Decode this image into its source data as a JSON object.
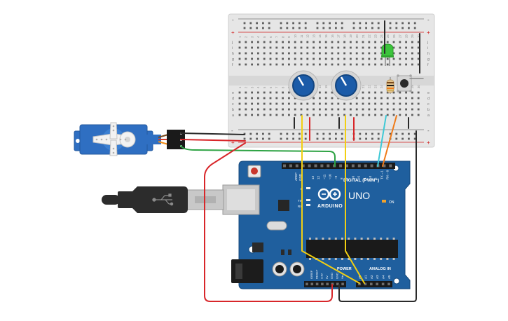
{
  "board": {
    "brand": "ARDUINO",
    "model": "UNO",
    "digital_label": "DIGITAL (PWM~)",
    "power_label": "POWER",
    "analog_label": "ANALOG IN",
    "aref": "AREF",
    "gnd": "GND",
    "on_label": "ON",
    "l_label": "L",
    "tx_label": "TX",
    "rx_label": "RX",
    "digital_pins": [
      "13",
      "12",
      "~11",
      "~10",
      "~9",
      "8",
      "7",
      "~6",
      "~5",
      "4",
      "~3",
      "2",
      "TX→1",
      "RX←0"
    ],
    "power_pins": [
      "IOREF",
      "RESET",
      "3.3V",
      "5V",
      "GND",
      "GND",
      "Vin"
    ],
    "analog_pins": [
      "A0",
      "A1",
      "A2",
      "A3",
      "A4",
      "A5"
    ]
  },
  "breadboard": {
    "row_letters_top": [
      "j",
      "i",
      "h",
      "g",
      "f"
    ],
    "row_letters_bottom": [
      "e",
      "d",
      "c",
      "b",
      "a"
    ],
    "rail_plus": "+",
    "rail_minus": "-",
    "column_numbers": [
      "1",
      "2",
      "3",
      "4",
      "5",
      "6",
      "7",
      "8",
      "9",
      "10",
      "11",
      "12",
      "13",
      "14",
      "15",
      "16",
      "17",
      "18",
      "19",
      "20",
      "21",
      "22",
      "23",
      "24",
      "25",
      "26",
      "27",
      "28",
      "29",
      "30"
    ]
  },
  "colors": {
    "board": "#1f5f9e",
    "board_dark": "#174a7c",
    "breadboard": "#e4e4e4",
    "rail_red": "#d21d1d",
    "wire_red": "#d8262a",
    "wire_black": "#2a2a2a",
    "wire_green": "#2ea344",
    "wire_yellow": "#f2cf12",
    "wire_orange": "#ef7a18",
    "wire_cyan": "#3ec9d6",
    "servo": "#2f6fc2",
    "knob": "#1b5ba8",
    "led": "#3cc43c"
  },
  "components": [
    "servo-motor",
    "potentiometer",
    "potentiometer",
    "led",
    "resistor",
    "pushbutton",
    "usb-cable"
  ]
}
